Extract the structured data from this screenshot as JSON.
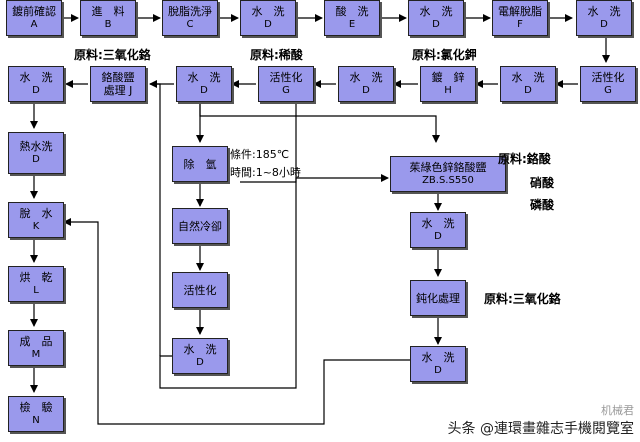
{
  "steps": {
    "A": {
      "label": "鍍前確認",
      "code": "A"
    },
    "B": {
      "label": "進　料",
      "code": "B"
    },
    "C": {
      "label": "脫脂洗淨",
      "code": "C"
    },
    "D1": {
      "label": "水　洗",
      "code": "D"
    },
    "E": {
      "label": "酸　洗",
      "code": "E"
    },
    "D2": {
      "label": "水　洗",
      "code": "D"
    },
    "F": {
      "label": "電解脫脂",
      "code": "F"
    },
    "D3": {
      "label": "水　洗",
      "code": "D"
    },
    "G1": {
      "label": "活性化",
      "code": "G"
    },
    "D4": {
      "label": "水　洗",
      "code": "D"
    },
    "H": {
      "label": "鍍　鋅",
      "code": "H"
    },
    "D5": {
      "label": "水　洗",
      "code": "D"
    },
    "G2": {
      "label": "活性化",
      "code": "G"
    },
    "D6": {
      "label": "水　洗",
      "code": "D"
    },
    "J": {
      "label": "鉻酸鹽",
      "label2": "處理 J"
    },
    "D7": {
      "label": "水　洗",
      "code": "D"
    },
    "D8": {
      "label": "熱水洗",
      "code": "D"
    },
    "K": {
      "label": "脫　水",
      "code": "K"
    },
    "L": {
      "label": "烘　乾",
      "code": "L"
    },
    "M": {
      "label": "成　品",
      "code": "M"
    },
    "N": {
      "label": "檢　驗",
      "code": "N"
    },
    "dehydrogen": {
      "label": "除　氫"
    },
    "cool": {
      "label": "自然冷卻"
    },
    "activate": {
      "label": "活性化"
    },
    "wash_d_center": {
      "label": "水　洗",
      "code": "D"
    },
    "zbs": {
      "label": "茱綠色鋅鉻酸鹽",
      "code": "ZB.S.S550"
    },
    "wash_d_right1": {
      "label": "水　洗",
      "code": "D"
    },
    "passivate": {
      "label": "鈍化處理"
    },
    "wash_d_right2": {
      "label": "水　洗",
      "code": "D"
    }
  },
  "notes": {
    "raw_j": "原料:三氧化鉻",
    "raw_g": "原料:稀酸",
    "raw_h": "原料:氯化鉀",
    "condition": "條件:185℃",
    "time": "時間:1~8小時",
    "raw_zbs_1": "原料:鉻酸",
    "raw_zbs_2": "硝酸",
    "raw_zbs_3": "磷酸",
    "raw_pass": "原料:三氧化鉻"
  },
  "watermark": {
    "text": "头条 @連環畫雜志手機閱覽室",
    "logo": "机械君"
  }
}
